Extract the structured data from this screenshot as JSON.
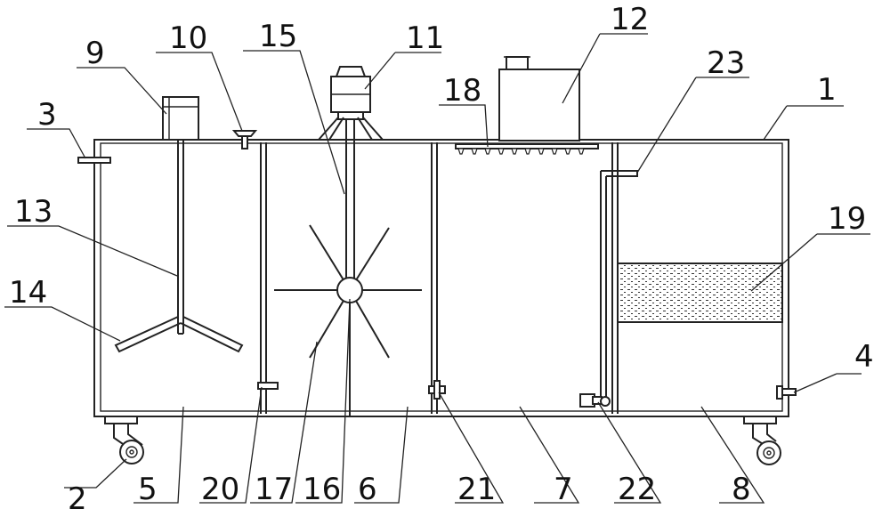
{
  "labels": {
    "l1": "1",
    "l2": "2",
    "l3": "3",
    "l4": "4",
    "l5": "5",
    "l6": "6",
    "l7": "7",
    "l8": "8",
    "l9": "9",
    "l10": "10",
    "l11": "11",
    "l12": "12",
    "l13": "13",
    "l14": "14",
    "l15": "15",
    "l16": "16",
    "l17": "17",
    "l18": "18",
    "l19": "19",
    "l20": "20",
    "l21": "21",
    "l22": "22",
    "l23": "23"
  },
  "colors": {
    "line": "#222222",
    "background": "#ffffff"
  }
}
